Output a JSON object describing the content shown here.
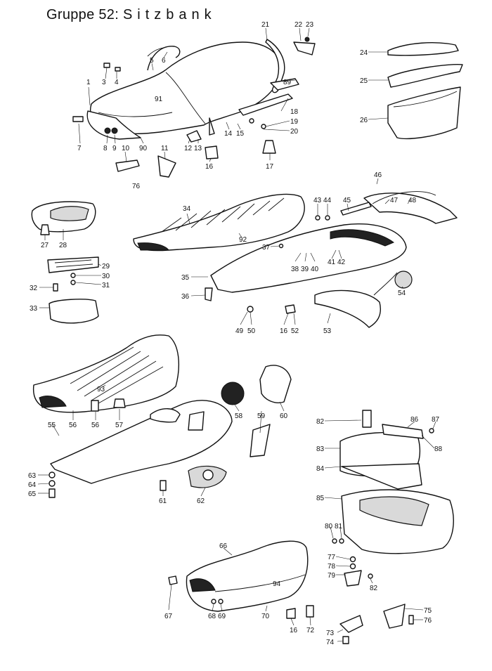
{
  "title": {
    "group": "Gruppe 52:",
    "name": "Sitzbank"
  },
  "labels": [
    {
      "id": "l1",
      "text": "1"
    },
    {
      "id": "l3",
      "text": "3"
    },
    {
      "id": "l4",
      "text": "4"
    },
    {
      "id": "l5",
      "text": "5"
    },
    {
      "id": "l6",
      "text": "6"
    },
    {
      "id": "l91",
      "text": "91"
    },
    {
      "id": "l21",
      "text": "21"
    },
    {
      "id": "l22",
      "text": "22"
    },
    {
      "id": "l23",
      "text": "23"
    },
    {
      "id": "l89",
      "text": "89"
    },
    {
      "id": "l18",
      "text": "18"
    },
    {
      "id": "l19",
      "text": "19"
    },
    {
      "id": "l20",
      "text": "20"
    },
    {
      "id": "l14",
      "text": "14"
    },
    {
      "id": "l15",
      "text": "15"
    },
    {
      "id": "l7",
      "text": "7"
    },
    {
      "id": "l8",
      "text": "8"
    },
    {
      "id": "l9",
      "text": "9"
    },
    {
      "id": "l10",
      "text": "10"
    },
    {
      "id": "l90",
      "text": "90"
    },
    {
      "id": "l11",
      "text": "11"
    },
    {
      "id": "l12",
      "text": "12"
    },
    {
      "id": "l13",
      "text": "13"
    },
    {
      "id": "l16a",
      "text": "16"
    },
    {
      "id": "l17",
      "text": "17"
    },
    {
      "id": "l76a",
      "text": "76"
    },
    {
      "id": "l24",
      "text": "24"
    },
    {
      "id": "l25",
      "text": "25"
    },
    {
      "id": "l26",
      "text": "26"
    },
    {
      "id": "l46",
      "text": "46"
    },
    {
      "id": "l43",
      "text": "43"
    },
    {
      "id": "l44",
      "text": "44"
    },
    {
      "id": "l45",
      "text": "45"
    },
    {
      "id": "l47",
      "text": "47"
    },
    {
      "id": "l48",
      "text": "48"
    },
    {
      "id": "l34",
      "text": "34"
    },
    {
      "id": "l92",
      "text": "92"
    },
    {
      "id": "l37",
      "text": "37"
    },
    {
      "id": "l38",
      "text": "38"
    },
    {
      "id": "l39",
      "text": "39"
    },
    {
      "id": "l40",
      "text": "40"
    },
    {
      "id": "l41",
      "text": "41"
    },
    {
      "id": "l42",
      "text": "42"
    },
    {
      "id": "l35",
      "text": "35"
    },
    {
      "id": "l36",
      "text": "36"
    },
    {
      "id": "l54",
      "text": "54"
    },
    {
      "id": "l49",
      "text": "49"
    },
    {
      "id": "l50",
      "text": "50"
    },
    {
      "id": "l16b",
      "text": "16"
    },
    {
      "id": "l52",
      "text": "52"
    },
    {
      "id": "l53",
      "text": "53"
    },
    {
      "id": "l27",
      "text": "27"
    },
    {
      "id": "l28",
      "text": "28"
    },
    {
      "id": "l29",
      "text": "29"
    },
    {
      "id": "l30",
      "text": "30"
    },
    {
      "id": "l31",
      "text": "31"
    },
    {
      "id": "l32",
      "text": "32"
    },
    {
      "id": "l33",
      "text": "33"
    },
    {
      "id": "l93",
      "text": "93"
    },
    {
      "id": "l55",
      "text": "55"
    },
    {
      "id": "l56a",
      "text": "56"
    },
    {
      "id": "l56b",
      "text": "56"
    },
    {
      "id": "l57",
      "text": "57"
    },
    {
      "id": "l58",
      "text": "58"
    },
    {
      "id": "l59",
      "text": "59"
    },
    {
      "id": "l60",
      "text": "60"
    },
    {
      "id": "l63",
      "text": "63"
    },
    {
      "id": "l64",
      "text": "64"
    },
    {
      "id": "l65",
      "text": "65"
    },
    {
      "id": "l61",
      "text": "61"
    },
    {
      "id": "l62",
      "text": "62"
    },
    {
      "id": "l82a",
      "text": "82"
    },
    {
      "id": "l86",
      "text": "86"
    },
    {
      "id": "l87",
      "text": "87"
    },
    {
      "id": "l88",
      "text": "88"
    },
    {
      "id": "l83",
      "text": "83"
    },
    {
      "id": "l84",
      "text": "84"
    },
    {
      "id": "l85",
      "text": "85"
    },
    {
      "id": "l80",
      "text": "80"
    },
    {
      "id": "l81",
      "text": "81"
    },
    {
      "id": "l77",
      "text": "77"
    },
    {
      "id": "l78",
      "text": "78"
    },
    {
      "id": "l79",
      "text": "79"
    },
    {
      "id": "l82b",
      "text": "82"
    },
    {
      "id": "l66",
      "text": "66"
    },
    {
      "id": "l94",
      "text": "94"
    },
    {
      "id": "l67",
      "text": "67"
    },
    {
      "id": "l68",
      "text": "68"
    },
    {
      "id": "l69",
      "text": "69"
    },
    {
      "id": "l70",
      "text": "70"
    },
    {
      "id": "l16c",
      "text": "16"
    },
    {
      "id": "l72",
      "text": "72"
    },
    {
      "id": "l73",
      "text": "73"
    },
    {
      "id": "l74",
      "text": "74"
    },
    {
      "id": "l75",
      "text": "75"
    },
    {
      "id": "l76b",
      "text": "76"
    }
  ]
}
